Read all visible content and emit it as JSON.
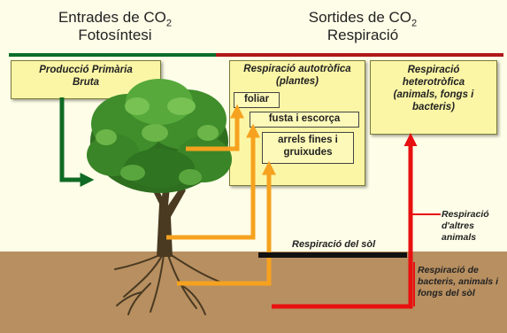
{
  "inputs": {
    "title_prefix": "Entrades de CO",
    "title_subscript": "2",
    "subtitle": "Fotosíntesi",
    "box_label": "Producció Primària Bruta"
  },
  "outputs": {
    "title_prefix": "Sortides de CO",
    "title_subscript": "2",
    "subtitle": "Respiració"
  },
  "autotrophic": {
    "title": "Respiració autotròfica (plantes)",
    "parts": [
      "foliar",
      "fusta i escorça",
      "arrels fines i gruixudes"
    ]
  },
  "heterotrophic": {
    "title": "Respiració heterotròfica (animals, fongs i bacteris)"
  },
  "soil": {
    "respiration_label": "Respiració del sòl",
    "other_animals_label": "Respiració d'altres animals",
    "bacteria_label": "Respiració de bacteris, animals i fongs del sòl"
  },
  "colors": {
    "background": "#fdfde8",
    "soil": "#b88f60",
    "input_bar": "#0a6e2a",
    "output_bar": "#b01818",
    "green_arrow": "#0f6a23",
    "orange_arrow": "#f6a21f",
    "red_arrow": "#e81010",
    "box_fill": "#fbf6a6",
    "tree_foliage": "#3f8e2b",
    "trunk": "#4a3a22"
  }
}
